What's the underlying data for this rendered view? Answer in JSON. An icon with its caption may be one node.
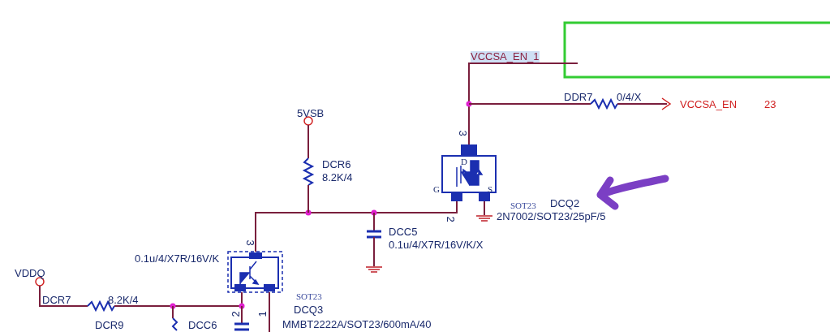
{
  "diagram": {
    "labels": [
      "VCCSA_EN_1",
      "DDR7",
      "0/4/X",
      "VCCSA_EN",
      "23",
      "5VSB",
      "3",
      "DCR6",
      "8.2K/4",
      "D",
      "G",
      "S",
      "SOT23",
      "DCQ2",
      "2",
      "2N7002/SOT23/25pF/5",
      "3",
      "DCC5",
      "0.1u/4/X7R/16V/K/X",
      "0.1u/4/X7R/16V/K",
      "VDDQ",
      "SOT23",
      "DCR7",
      "8.2K/4",
      "DCQ3",
      "2",
      "1",
      "DCR9",
      "DCC6",
      "MMBT2222A/SOT23/600mA/40"
    ]
  }
}
